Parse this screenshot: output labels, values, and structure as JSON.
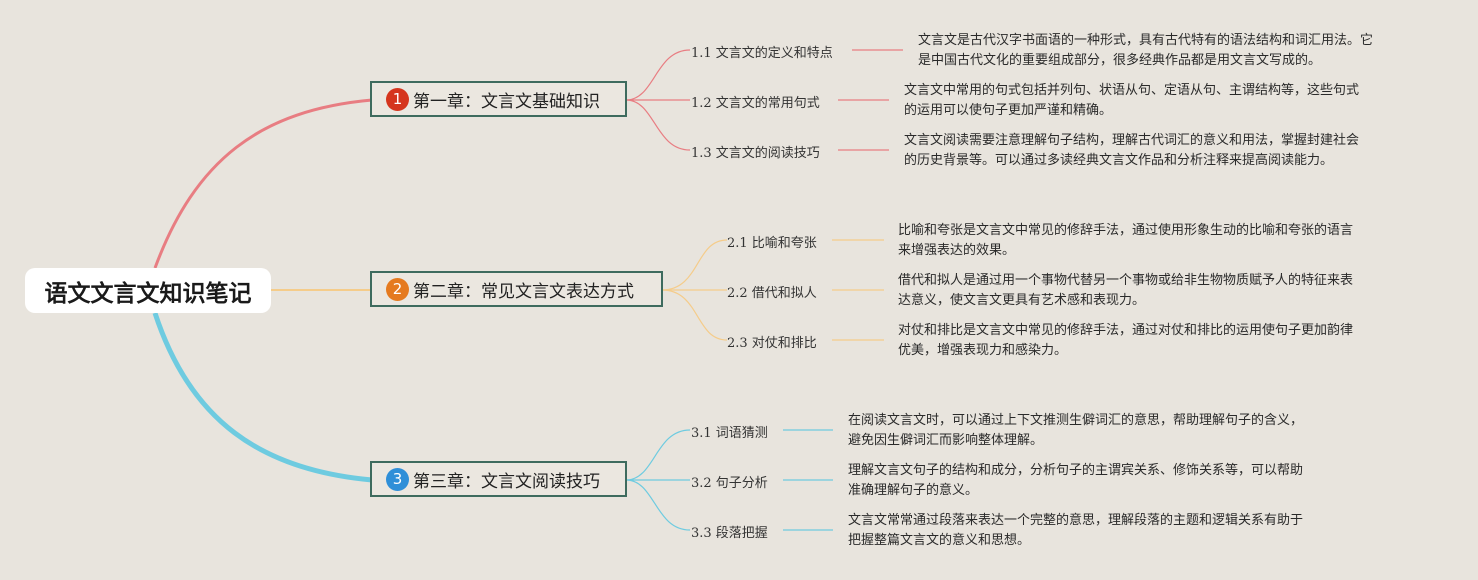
{
  "root": {
    "title": "语文文言文知识笔记"
  },
  "colors": {
    "ch1": "#e87d82",
    "ch2": "#f5cc8a",
    "ch3": "#6ecbe0",
    "badge1": "#d5351d",
    "badge2": "#e57a1f",
    "badge3": "#2f8fd8",
    "border": "#3e6b5e"
  },
  "chapters": [
    {
      "number": "1",
      "title": "第一章：文言文基础知识",
      "sections": [
        {
          "label": "1.1 文言文的定义和特点",
          "desc_lines": [
            "文言文是古代汉字书面语的一种形式，具有古代特有的语法结构和词汇用法。它",
            "是中国古代文化的重要组成部分，很多经典作品都是用文言文写成的。"
          ]
        },
        {
          "label": "1.2 文言文的常用句式",
          "desc_lines": [
            "文言文中常用的句式包括并列句、状语从句、定语从句、主谓结构等，这些句式",
            "的运用可以使句子更加严谨和精确。"
          ]
        },
        {
          "label": "1.3 文言文的阅读技巧",
          "desc_lines": [
            "文言文阅读需要注意理解句子结构，理解古代词汇的意义和用法，掌握封建社会",
            "的历史背景等。可以通过多读经典文言文作品和分析注释来提高阅读能力。"
          ]
        }
      ]
    },
    {
      "number": "2",
      "title": "第二章：常见文言文表达方式",
      "sections": [
        {
          "label": "2.1 比喻和夸张",
          "desc_lines": [
            "比喻和夸张是文言文中常见的修辞手法，通过使用形象生动的比喻和夸张的语言",
            "来增强表达的效果。"
          ]
        },
        {
          "label": "2.2 借代和拟人",
          "desc_lines": [
            "借代和拟人是通过用一个事物代替另一个事物或给非生物物质赋予人的特征来表",
            "达意义，使文言文更具有艺术感和表现力。"
          ]
        },
        {
          "label": "2.3 对仗和排比",
          "desc_lines": [
            "对仗和排比是文言文中常见的修辞手法，通过对仗和排比的运用使句子更加韵律",
            "优美，增强表现力和感染力。"
          ]
        }
      ]
    },
    {
      "number": "3",
      "title": "第三章：文言文阅读技巧",
      "sections": [
        {
          "label": "3.1 词语猜测",
          "desc_lines": [
            "在阅读文言文时，可以通过上下文推测生僻词汇的意思，帮助理解句子的含义，",
            "避免因生僻词汇而影响整体理解。"
          ]
        },
        {
          "label": "3.2 句子分析",
          "desc_lines": [
            "理解文言文句子的结构和成分，分析句子的主谓宾关系、修饰关系等，可以帮助",
            "准确理解句子的意义。"
          ]
        },
        {
          "label": "3.3 段落把握",
          "desc_lines": [
            "文言文常常通过段落来表达一个完整的意思，理解段落的主题和逻辑关系有助于",
            "把握整篇文言文的意义和思想。"
          ]
        }
      ]
    }
  ]
}
